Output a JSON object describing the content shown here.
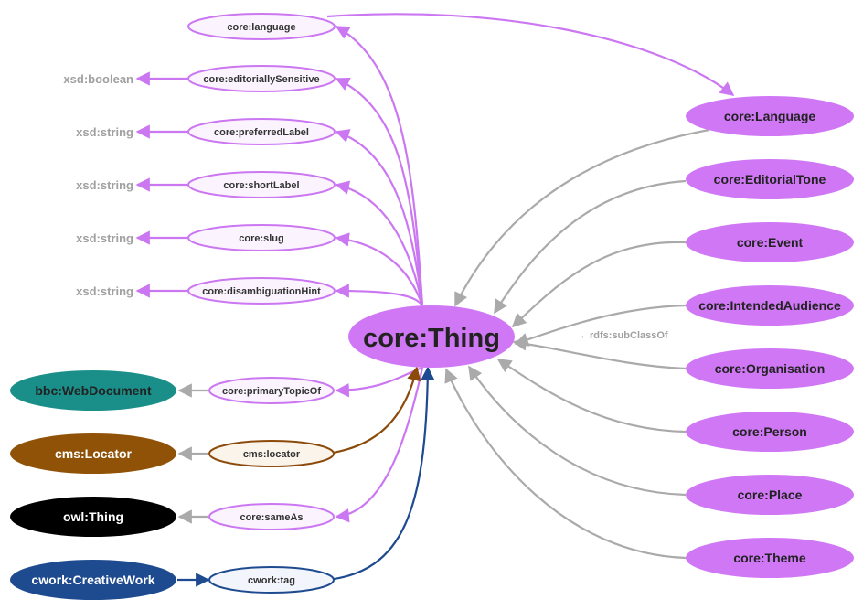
{
  "colors": {
    "purple": "#cc77f2",
    "purple_fill": "#d077f5",
    "grey": "#aaaaaa",
    "brown": "#8b4a0a",
    "brown_fill": "#8f5207",
    "teal": "#1a8f8a",
    "navy": "#1e4a8f",
    "black": "#000000",
    "light_node": "#fbf4fe"
  },
  "center": {
    "label": "core:Thing"
  },
  "annotation": {
    "label": "←rdfs:subClassOf"
  },
  "properties": [
    {
      "id": "language",
      "label": "core:language"
    },
    {
      "id": "editoriallySensitive",
      "label": "core:editoriallySensitive"
    },
    {
      "id": "preferredLabel",
      "label": "core:preferredLabel"
    },
    {
      "id": "shortLabel",
      "label": "core:shortLabel"
    },
    {
      "id": "slug",
      "label": "core:slug"
    },
    {
      "id": "disambiguationHint",
      "label": "core:disambiguationHint"
    },
    {
      "id": "primaryTopicOf",
      "label": "core:primaryTopicOf"
    },
    {
      "id": "locator",
      "label": "cms:locator"
    },
    {
      "id": "sameAs",
      "label": "core:sameAs"
    },
    {
      "id": "tag",
      "label": "cwork:tag"
    }
  ],
  "datatypes": [
    {
      "id": "editoriallySensitive",
      "label": "xsd:boolean"
    },
    {
      "id": "preferredLabel",
      "label": "xsd:string"
    },
    {
      "id": "shortLabel",
      "label": "xsd:string"
    },
    {
      "id": "slug",
      "label": "xsd:string"
    },
    {
      "id": "disambiguationHint",
      "label": "xsd:string"
    }
  ],
  "external_classes": [
    {
      "id": "webdocument",
      "label": "bbc:WebDocument"
    },
    {
      "id": "locator",
      "label": "cms:Locator"
    },
    {
      "id": "owlthing",
      "label": "owl:Thing"
    },
    {
      "id": "creativework",
      "label": "cwork:CreativeWork"
    }
  ],
  "subclasses": [
    {
      "id": "language",
      "label": "core:Language"
    },
    {
      "id": "editorialtone",
      "label": "core:EditorialTone"
    },
    {
      "id": "event",
      "label": "core:Event"
    },
    {
      "id": "intendedaudience",
      "label": "core:IntendedAudience"
    },
    {
      "id": "organisation",
      "label": "core:Organisation"
    },
    {
      "id": "person",
      "label": "core:Person"
    },
    {
      "id": "place",
      "label": "core:Place"
    },
    {
      "id": "theme",
      "label": "core:Theme"
    }
  ]
}
